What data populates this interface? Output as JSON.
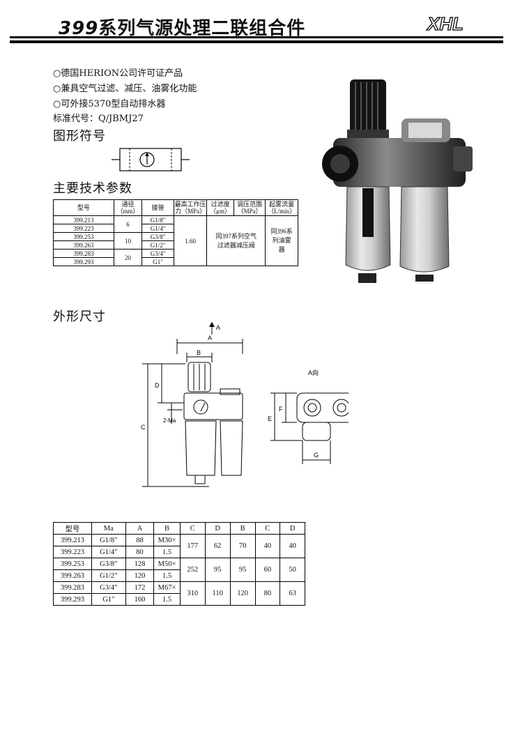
{
  "header": {
    "series_num": "399",
    "title": "系列气源处理二联组合件",
    "logo": "XHL"
  },
  "features": [
    "○德国HERION公司许可证产品",
    "○兼具空气过滤、减压、油雾化功能",
    "○可外接5370型自动排水器",
    "标准代号：Q/JBMJ27"
  ],
  "sections": {
    "symbol": "图形符号",
    "specs": "主要技术参数",
    "dimensions": "外形尺寸"
  },
  "spec_table": {
    "headers": [
      "型号",
      "通径（mm）",
      "接管",
      "最高工作压力（MPa）",
      "过滤度（μm）",
      "调压范围（MPa）",
      "起雾流量（L/min）"
    ],
    "models": [
      "399.213",
      "399.223",
      "399.253",
      "399.263",
      "399.283",
      "399.293"
    ],
    "bores": [
      "6",
      "10",
      "20"
    ],
    "ports": [
      "G1/8\"",
      "G1/4\"",
      "G3/8\"",
      "G1/2\"",
      "G3/4\"",
      "G1\""
    ],
    "max_pressure": "1.60",
    "filter_note": "同397系列空气过滤器减压阀",
    "flow_note": "同396系列油雾器"
  },
  "drawing_labels": {
    "a_arrow": "A",
    "a": "A",
    "b": "B",
    "c": "C",
    "d": "D",
    "ma": "2-Ma",
    "a_view": "A向",
    "e": "E",
    "f": "F",
    "g": "G"
  },
  "dim_table": {
    "headers": [
      "型号",
      "Ma",
      "A",
      "B",
      "C",
      "D",
      "B",
      "C",
      "D"
    ],
    "models": [
      "399.213",
      "399.223",
      "399.253",
      "399.263",
      "399.283",
      "399.293"
    ],
    "ma": [
      "G1/8\"",
      "G1/4\"",
      "G3/8\"",
      "G1/2\"",
      "G3/4\"",
      "G1\""
    ],
    "a": [
      "88",
      "80",
      "128",
      "120",
      "172",
      "160"
    ],
    "b_top": [
      "M30×",
      "M50×",
      "M67×"
    ],
    "b_bottom": "1.5",
    "groups": [
      {
        "c": "177",
        "d": "62",
        "b": "70",
        "c2": "40",
        "d2": "40"
      },
      {
        "c": "252",
        "d": "95",
        "b": "95",
        "c2": "60",
        "d2": "50"
      },
      {
        "c": "310",
        "d": "110",
        "b": "120",
        "c2": "80",
        "d2": "63"
      }
    ]
  }
}
